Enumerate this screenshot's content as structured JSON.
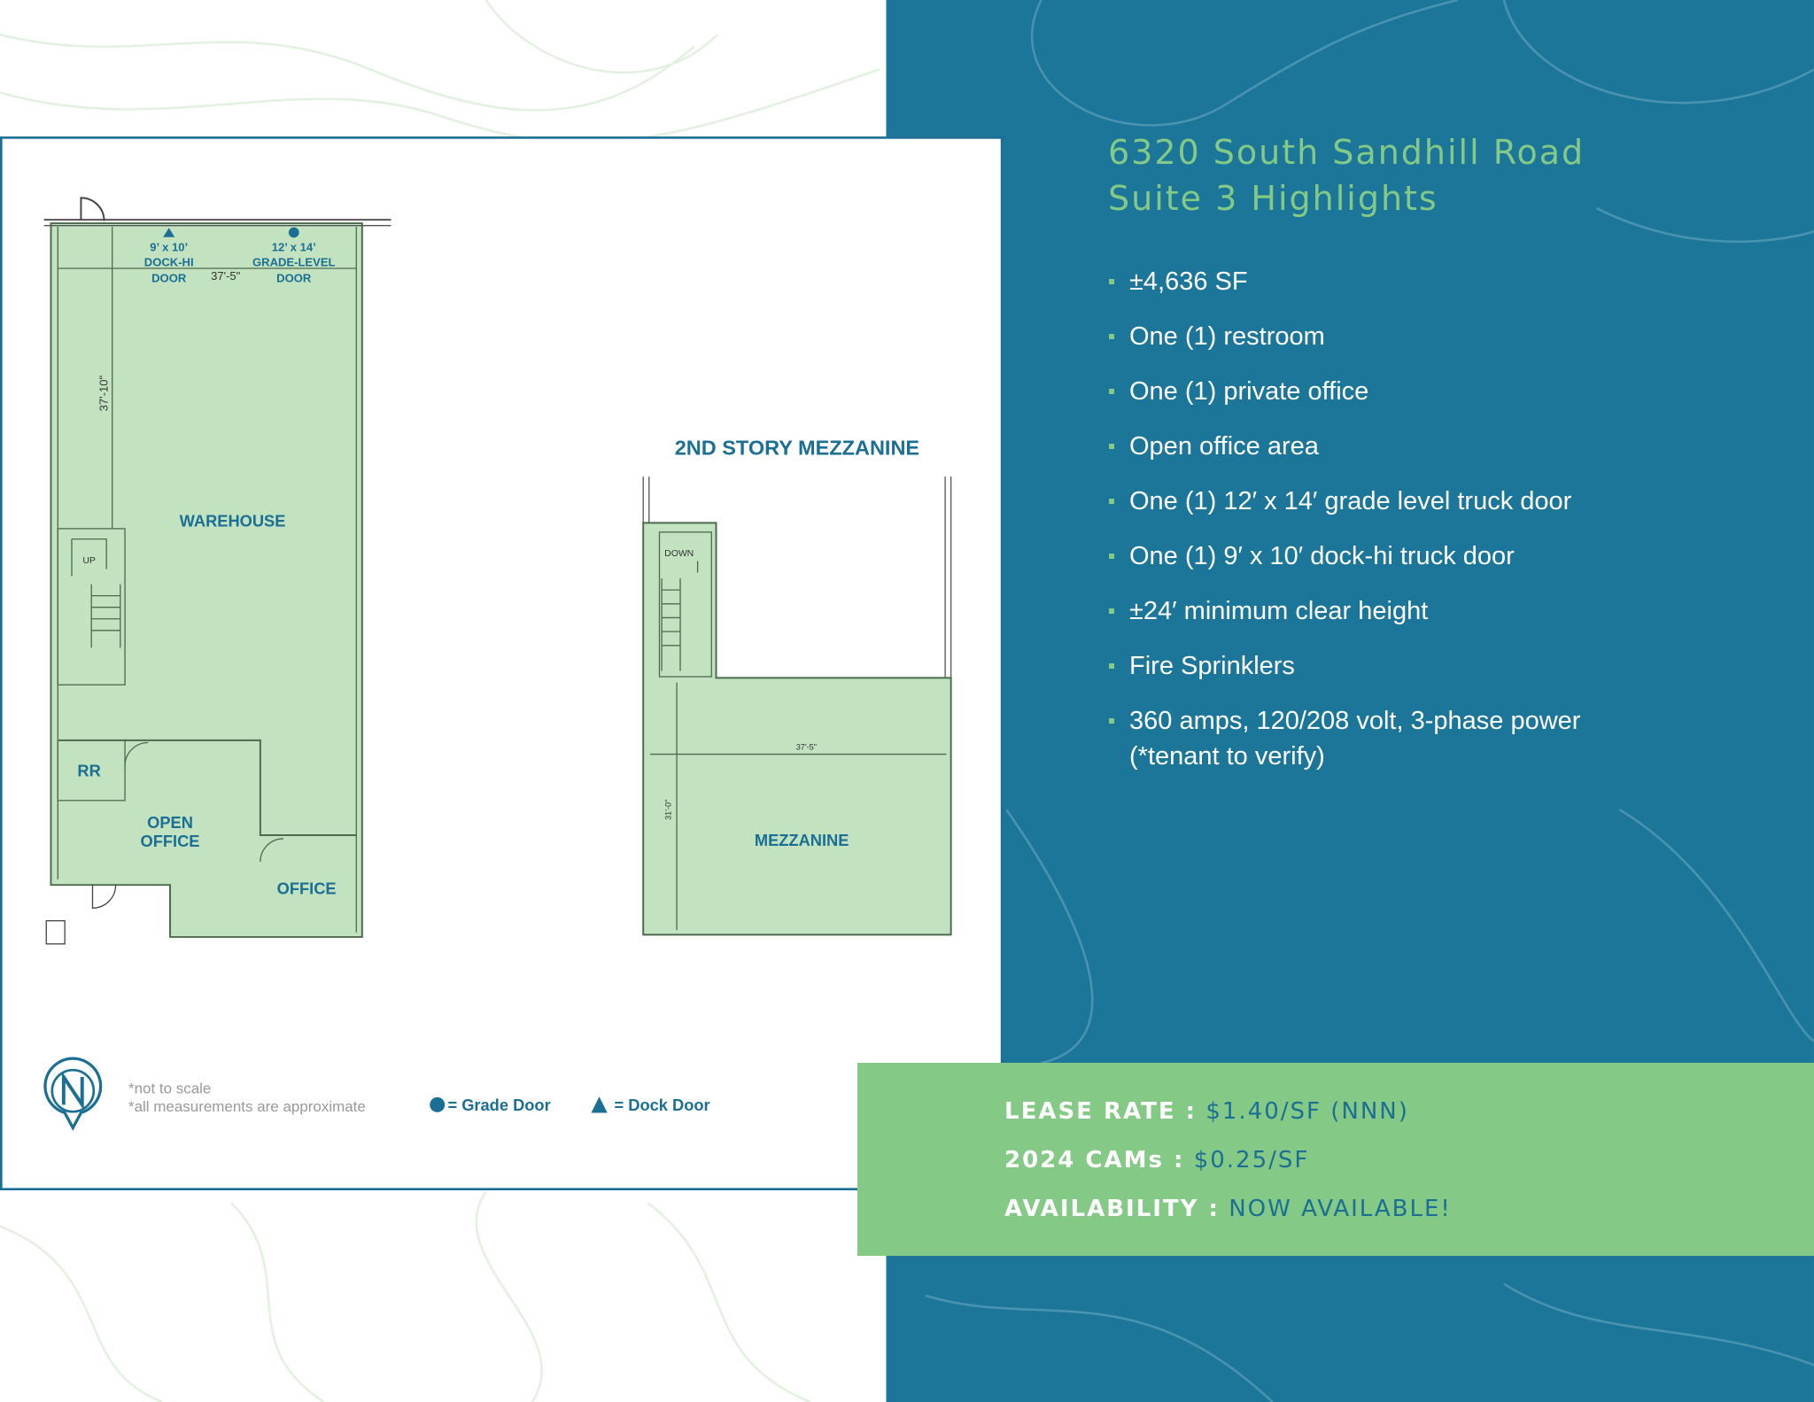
{
  "colors": {
    "blue": "#1b7699",
    "green": "#84c985",
    "plan_fill": "#c2e2c0",
    "plan_text": "#1b6f94"
  },
  "title": {
    "line1": "6320 South Sandhill Road",
    "line2": "Suite 3 Highlights"
  },
  "highlights": [
    "±4,636 SF",
    "One (1) restroom",
    "One (1) private office",
    "Open office area",
    "One (1) 12′ x 14′ grade level truck door",
    "One (1) 9′ x 10′ dock-hi truck door",
    "±24′ minimum clear height",
    "Fire Sprinklers",
    "360 amps, 120/208 volt, 3-phase power",
    "(*tenant to verify)"
  ],
  "lease": [
    {
      "label": "LEASE RATE :",
      "value": "$1.40/SF (NNN)"
    },
    {
      "label": "2024 CAMs :",
      "value": "$0.25/SF"
    },
    {
      "label": "AVAILABILITY :",
      "value": "NOW AVAILABLE!"
    }
  ],
  "plan": {
    "dock_door": [
      "9’ x 10’",
      "DOCK-HI",
      "DOOR"
    ],
    "grade_door": [
      "12’ x 14’",
      "GRADE-LEVEL",
      "DOOR"
    ],
    "width_dim": "37'-5\"",
    "depth_dim": "37'-10\"",
    "warehouse": "WAREHOUSE",
    "up": "UP",
    "rr": "RR",
    "open_office": [
      "OPEN",
      "OFFICE"
    ],
    "office": "OFFICE",
    "mezz_title": "2ND STORY MEZZANINE",
    "down": "DOWN",
    "mezz_width": "37'-5\"",
    "mezz_depth": "31'-0\"",
    "mezzanine": "MEZZANINE"
  },
  "notes": [
    "*not to scale",
    "*all measurements are approximate"
  ],
  "legend": {
    "grade": "= Grade Door",
    "dock": "= Dock Door"
  },
  "logo": "N"
}
